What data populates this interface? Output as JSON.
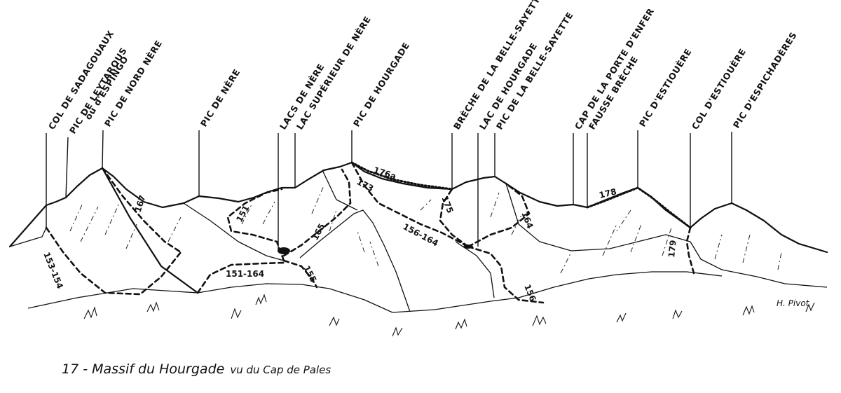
{
  "peaks": [
    {
      "key": "col-de-sadagouaux",
      "text": "COL DE SADAGOUAUX"
    },
    {
      "key": "pic-de-leytarous",
      "text": "PIC DE LEYTAROUS"
    },
    {
      "key": "ou-d-espingo",
      "text": "ou d'ESPINGO"
    },
    {
      "key": "pic-de-nord-nere",
      "text": "PIC DE NORD NÈRE"
    },
    {
      "key": "pic-de-nere",
      "text": "PIC DE NÈRE"
    },
    {
      "key": "lacs-de-nere",
      "text": "LACS DE NÈRE"
    },
    {
      "key": "lac-superieur-de-nere",
      "text": "LAC SUPÉRIEUR DE NÈRE"
    },
    {
      "key": "pic-de-hourgade",
      "text": "PIC DE HOURGADE"
    },
    {
      "key": "breche-de-la-belle-sayette",
      "text": "BRÈCHE DE LA BELLE-SAYETTE"
    },
    {
      "key": "lac-de-hourgade",
      "text": "LAC DE HOURGADE"
    },
    {
      "key": "pic-de-la-belle-sayette",
      "text": "PIC DE LA BELLE-SAYETTE"
    },
    {
      "key": "cap-de-la-porte-d-enfer",
      "text": "CAP DE LA PORTE D'ENFER"
    },
    {
      "key": "fausse-breche",
      "text": "FAUSSE BRÈCHE"
    },
    {
      "key": "pic-d-estiouere",
      "text": "PIC D'ESTIOUÈRE"
    },
    {
      "key": "col-d-estiouere",
      "text": "COL D'ESTIOUÈRE"
    },
    {
      "key": "pic-d-espichaderes",
      "text": "PIC D'ESPICHADÈRES"
    }
  ],
  "routes": [
    {
      "key": "route-153-154",
      "text": "153-154"
    },
    {
      "key": "route-167",
      "text": "167"
    },
    {
      "key": "route-151",
      "text": "151"
    },
    {
      "key": "route-151-164",
      "text": "151-164"
    },
    {
      "key": "route-155",
      "text": "155"
    },
    {
      "key": "route-165",
      "text": "165"
    },
    {
      "key": "route-176a",
      "text": "176a"
    },
    {
      "key": "route-173",
      "text": "173"
    },
    {
      "key": "route-175",
      "text": "175"
    },
    {
      "key": "route-156-164",
      "text": "156-164"
    },
    {
      "key": "route-164",
      "text": "164"
    },
    {
      "key": "route-156",
      "text": "156"
    },
    {
      "key": "route-178",
      "text": "178"
    },
    {
      "key": "route-179",
      "text": "179"
    }
  ],
  "signature": "H. Pivot",
  "caption": {
    "number_title": "17 - Massif du Hourgade",
    "subtitle": "vu du Cap de Pales"
  }
}
